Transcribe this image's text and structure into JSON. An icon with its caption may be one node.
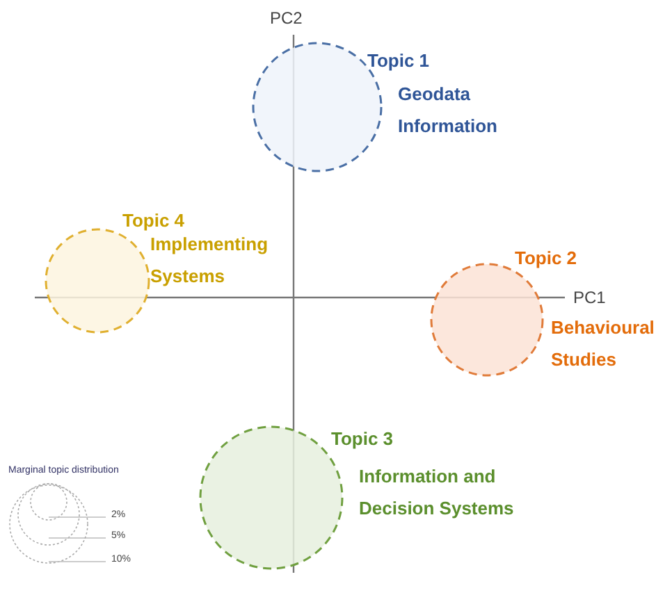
{
  "diagram": {
    "nodes": [
      {
        "text": [
          "Topic 1",
          "Geodata Information"
        ]
      },
      {
        "text": [
          "Topic 4",
          "Implementing Systems"
        ]
      },
      {
        "text": [
          "Topic 2",
          "Behavioural Studies"
        ]
      },
      {
        "text": [
          "Topic 3",
          "Information and Decision Systems"
        ]
      }
    ],
    "labels": [
      "PC2",
      "PC1",
      "Marginal topic distribution"
    ],
    "legend": [
      {
        "text": "2%"
      },
      {
        "text": "5%"
      },
      {
        "text": "10%"
      }
    ]
  }
}
